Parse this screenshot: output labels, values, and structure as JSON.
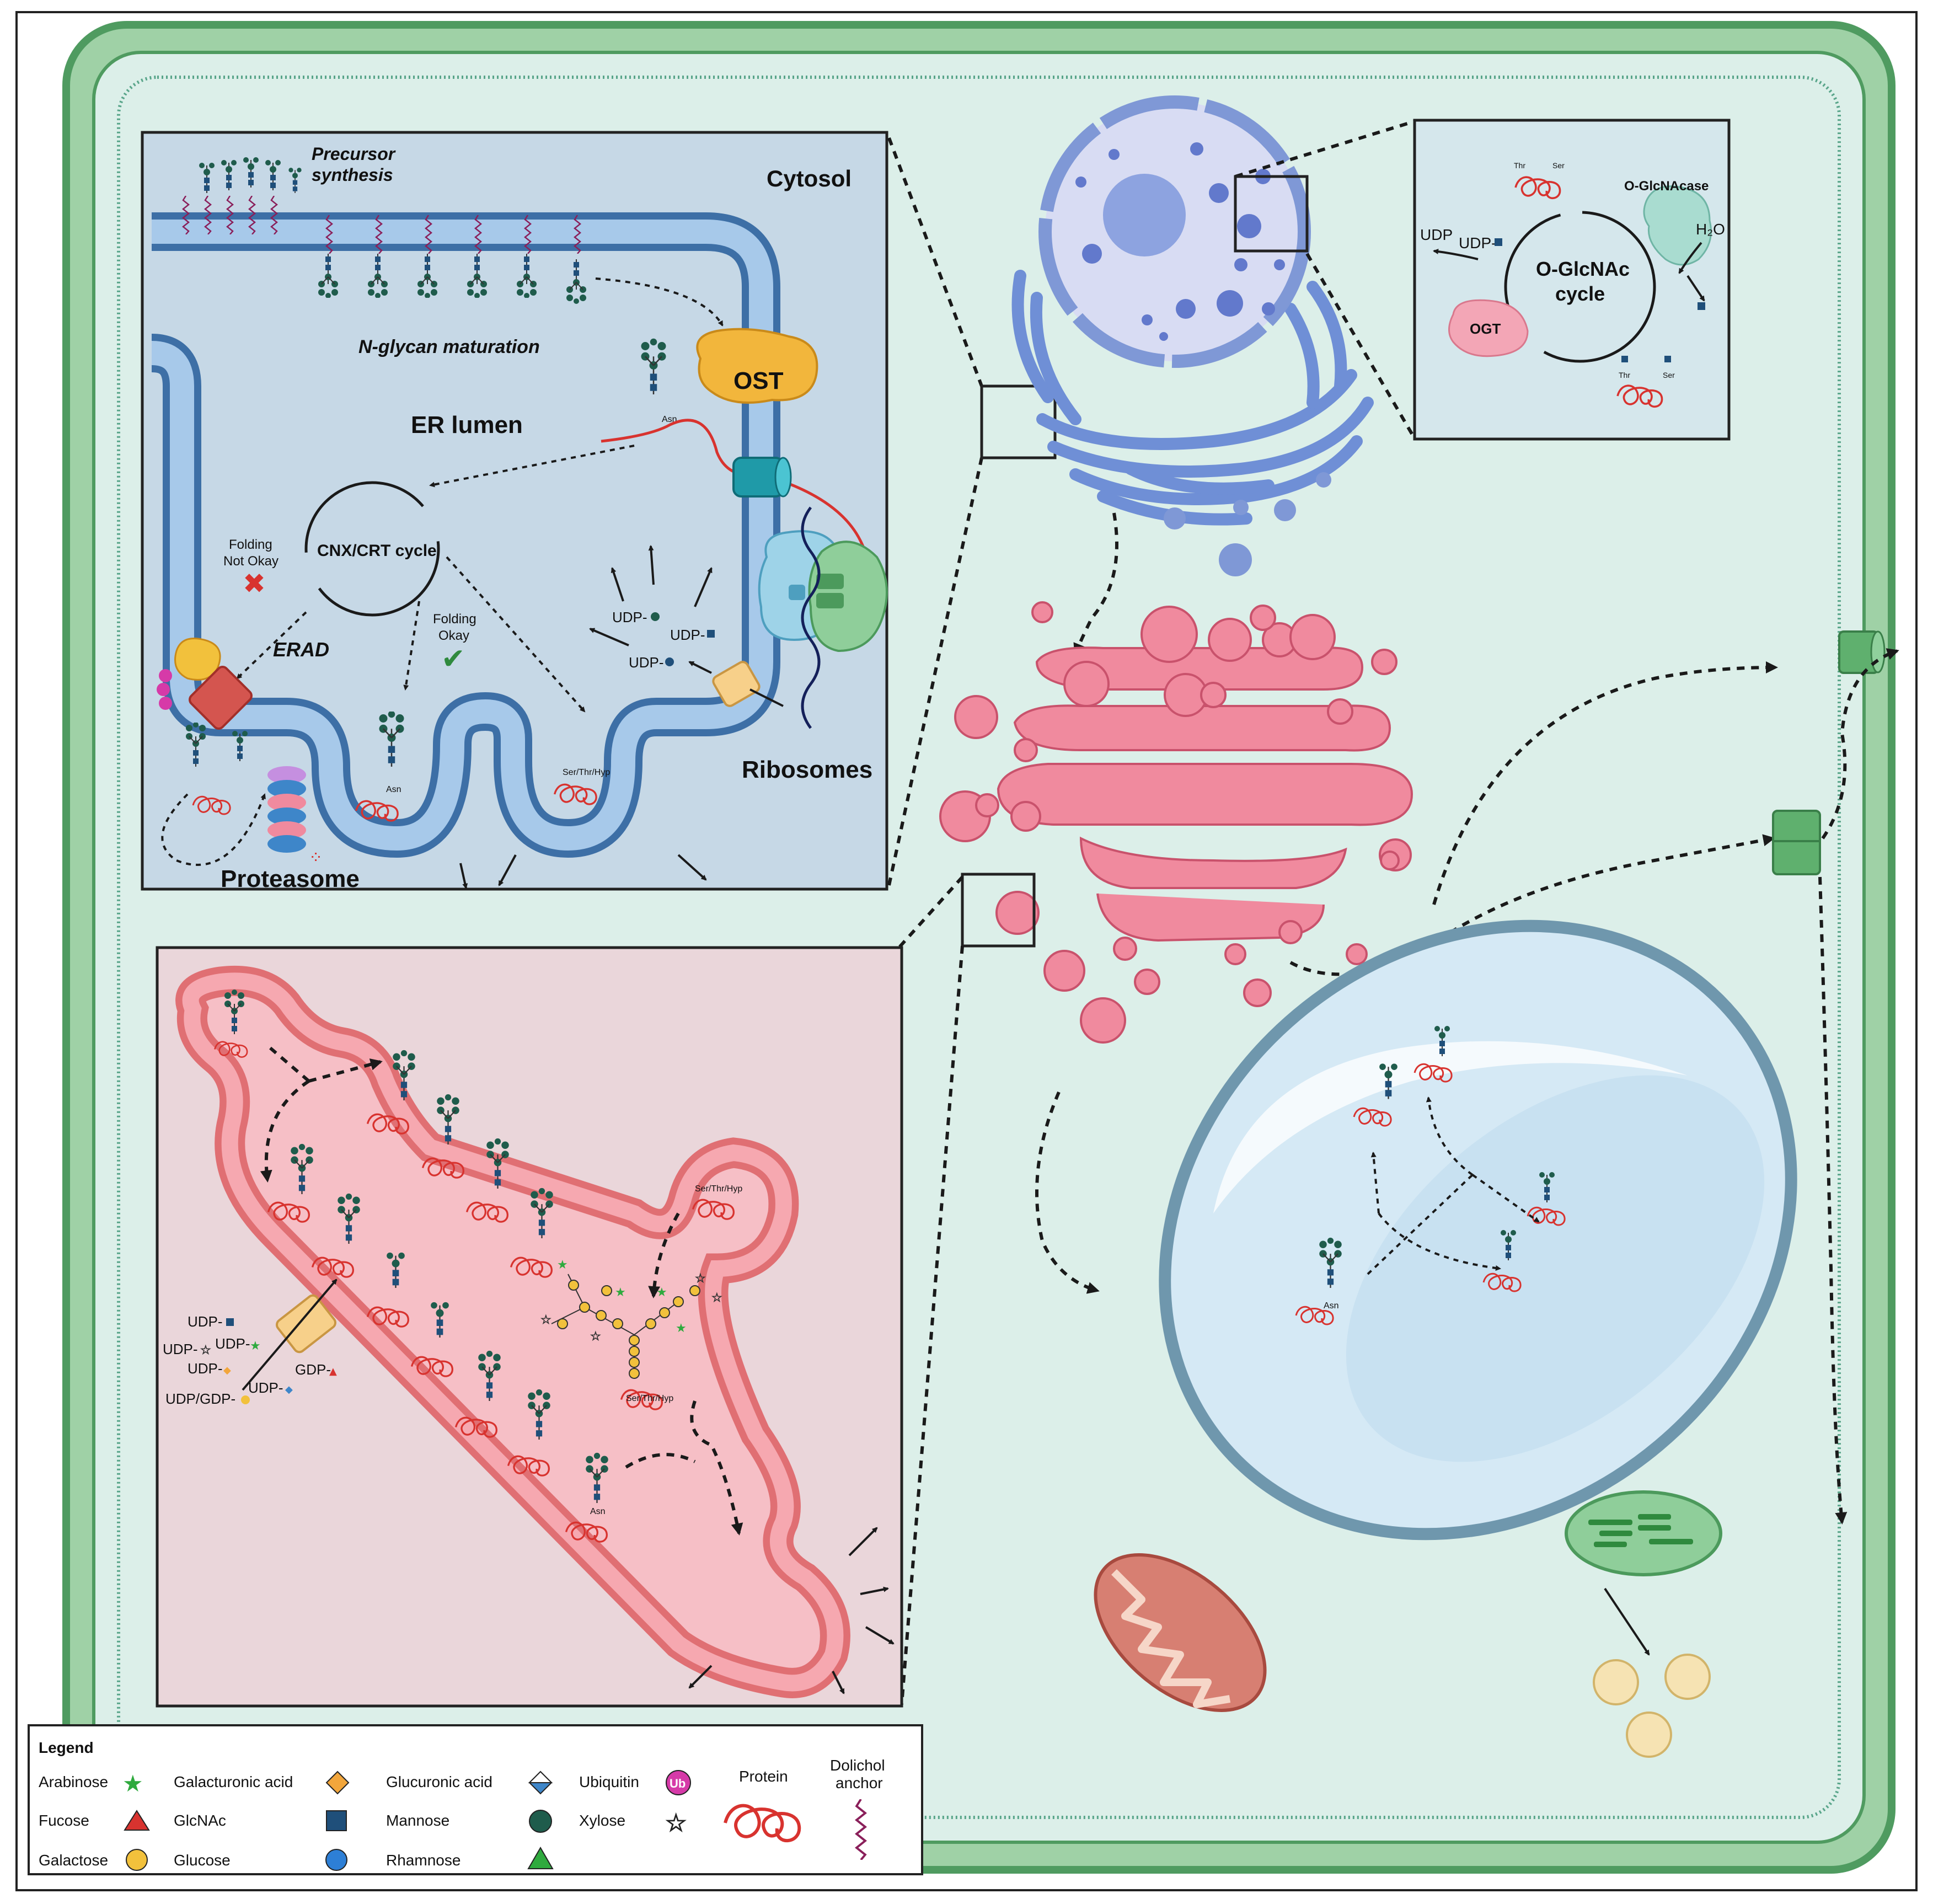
{
  "er_panel": {
    "precursor_synthesis_line1": "Precursor",
    "precursor_synthesis_line2": "synthesis",
    "cytosol": "Cytosol",
    "nglycan_maturation": "N-glycan maturation",
    "ost": "OST",
    "er_lumen": "ER lumen",
    "cnx_crt": "CNX/CRT cycle",
    "folding_not_okay_1": "Folding",
    "folding_not_okay_2": "Not Okay",
    "folding_okay_1": "Folding",
    "folding_okay_2": "Okay",
    "erad": "ERAD",
    "ribosomes": "Ribosomes",
    "proteasome": "Proteasome",
    "udp_1": "UDP-",
    "udp_2": "UDP-",
    "udp_3": "UDP-",
    "asn_1": "Asn",
    "asn_2": "Asn",
    "ser_thr_hyp": "Ser/Thr/Hyp"
  },
  "ogl_panel": {
    "udp": "UDP",
    "udp_dash": "UDP-",
    "ogt": "OGT",
    "cycle_1": "O-GlcNAc",
    "cycle_2": "cycle",
    "oglcnacase": "O-GlcNAcase",
    "h2o": "H₂O",
    "thr_1": "Thr",
    "ser_1": "Ser",
    "thr_2": "Thr",
    "ser_2": "Ser"
  },
  "golgi_panel": {
    "udp_a": "UDP-",
    "udp_b": "UDP-",
    "udp_c": "UDP-",
    "udp_d": "UDP-",
    "gdp": "GDP-",
    "udp_e": "UDP-",
    "udp_gdp": "UDP/GDP-",
    "ser_thr_hyp_1": "Ser/Thr/Hyp",
    "ser_thr_hyp_2": "Ser/Thr/Hyp",
    "asn": "Asn"
  },
  "vacuole": {
    "asn": "Asn"
  },
  "legend": {
    "title": "Legend",
    "items": [
      {
        "label": "Arabinose",
        "icon": "green-star"
      },
      {
        "label": "Fucose",
        "icon": "red-triangle"
      },
      {
        "label": "Galactose",
        "icon": "yellow-circle"
      },
      {
        "label": "Galacturonic acid",
        "icon": "orange-diamond"
      },
      {
        "label": "GlcNAc",
        "icon": "blue-square"
      },
      {
        "label": "Glucose",
        "icon": "blue-circle"
      },
      {
        "label": "Glucuronic acid",
        "icon": "blue-half-diamond"
      },
      {
        "label": "Mannose",
        "icon": "dark-green-circle"
      },
      {
        "label": "Rhamnose",
        "icon": "green-triangle"
      },
      {
        "label": "Ubiquitin",
        "icon": "ub-circle"
      },
      {
        "label": "Xylose",
        "icon": "white-star"
      },
      {
        "label": "Protein",
        "icon": "protein-squiggle"
      },
      {
        "label": "Dolichol",
        "icon": "dolichol-zigzag"
      },
      {
        "label": "anchor",
        "icon": ""
      }
    ],
    "ub": "Ub"
  },
  "colors": {
    "cell_wall": "#5aa36a",
    "cytoplasm": "#dcefe9",
    "er_panel_bg": "#c6d8e6",
    "golgi_panel_bg": "#ead6da",
    "golgi": "#f08a9e",
    "nucleus": "#7f98d6",
    "vacuole": "#d5e9f5",
    "mannose": "#1f5c4c",
    "glcnac": "#1f4f7a"
  }
}
